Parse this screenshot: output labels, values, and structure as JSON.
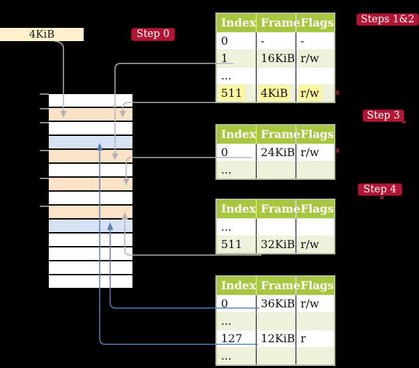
{
  "labels": {
    "frame_box": "4KiB",
    "step0": "Step 0",
    "steps12": "Steps 1&2",
    "step3": "Step 3",
    "step4": "Step 4"
  },
  "tables": [
    {
      "id": "table-steps-1-2",
      "headers": [
        "Index",
        "Frame",
        "Flags"
      ],
      "rows": [
        {
          "cells": [
            "0",
            "-",
            "-"
          ]
        },
        {
          "cells": [
            "1",
            "16KiB",
            "r/w"
          ]
        },
        {
          "cells": [
            "...",
            "",
            ""
          ]
        },
        {
          "cells": [
            "511",
            "4KiB",
            "r/w"
          ],
          "highlight": true
        }
      ]
    },
    {
      "id": "table-step-3",
      "headers": [
        "Index",
        "Frame",
        "Flags"
      ],
      "rows": [
        {
          "cells": [
            "0",
            "24KiB",
            "r/w"
          ]
        },
        {
          "cells": [
            "...",
            "",
            ""
          ]
        }
      ]
    },
    {
      "id": "table-step-4",
      "headers": [
        "Index",
        "Frame",
        "Flags"
      ],
      "rows": [
        {
          "cells": [
            "...",
            "",
            ""
          ]
        },
        {
          "cells": [
            "511",
            "32KiB",
            "r/w"
          ]
        }
      ]
    },
    {
      "id": "table-final",
      "headers": [
        "Index",
        "Frame",
        "Flags"
      ],
      "rows": [
        {
          "cells": [
            "0",
            "36KiB",
            "r/w"
          ]
        },
        {
          "cells": [
            "...",
            "",
            ""
          ]
        },
        {
          "cells": [
            "127",
            "12KiB",
            "r"
          ]
        },
        {
          "cells": [
            "...",
            "",
            ""
          ]
        }
      ]
    }
  ],
  "memory": {
    "rows": [
      "white",
      "orange",
      "white",
      "blue",
      "orange",
      "white",
      "orange",
      "white",
      "orange",
      "blue",
      "white",
      "white",
      "white",
      "white"
    ],
    "colors": {
      "white": "#ffffff",
      "orange": "#fce3c7",
      "blue": "#d7e3f4"
    }
  },
  "colors": {
    "background": "#000000",
    "badge_red": "#b11634",
    "table_header_green": "#a6c73f",
    "table_row_green": "#eef2da",
    "highlight_yellow": "#fdf7a2",
    "memory_orange": "#fce3c7",
    "memory_blue": "#d7e3f4",
    "arrow_gray": "#b4b4b6",
    "arrow_blue": "#5b7fb4",
    "label_box_cream": "#fcf0cd"
  }
}
